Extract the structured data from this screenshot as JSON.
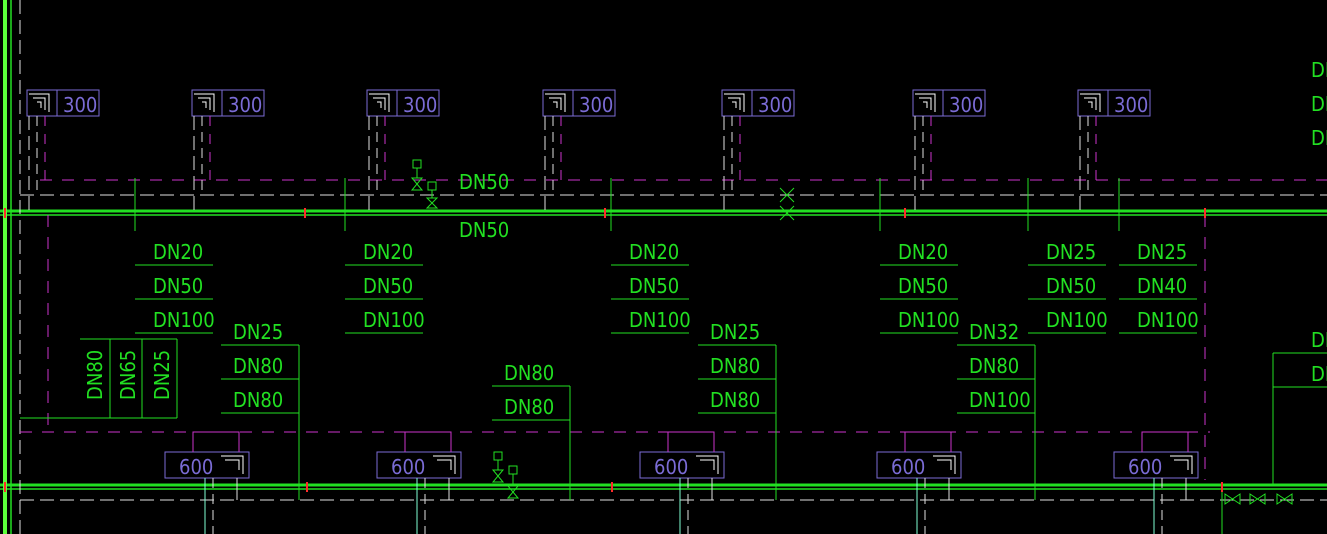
{
  "colors": {
    "background": "#000000",
    "pipe": "#22e022",
    "pipe_bright": "#5cff3a",
    "dash": "#e0e0e0",
    "magenta": "#cc33cc",
    "purple": "#7b6cd6",
    "red": "#ff2a2a",
    "cyan": "#7fffd4"
  },
  "top_units": [
    "300",
    "300",
    "300",
    "300",
    "300",
    "300",
    "300"
  ],
  "bottom_units": [
    "600",
    "600",
    "600",
    "600",
    "600"
  ],
  "main_pipe_label_top": "DN50",
  "main_pipe_label_bottom": "DN50",
  "tag_groups_top": [
    [
      "DN20",
      "DN50",
      "DN100"
    ],
    [
      "DN20",
      "DN50",
      "DN100"
    ],
    [
      "DN20",
      "DN50",
      "DN100"
    ],
    [
      "DN20",
      "DN50",
      "DN100"
    ],
    [
      "DN25",
      "DN50",
      "DN100"
    ],
    [
      "DN25",
      "DN40",
      "DN100"
    ]
  ],
  "tag_groups_bottom": [
    [
      "DN25",
      "DN80",
      "DN80"
    ],
    [
      "DN80",
      "DN80"
    ],
    [
      "DN25",
      "DN80",
      "DN80"
    ],
    [
      "DN32",
      "DN80",
      "DN100"
    ]
  ],
  "vertical_tags": [
    "DN80",
    "DN65",
    "DN25"
  ],
  "edge_tags_right_top": [
    "DN",
    "DN",
    "DN"
  ],
  "edge_tags_right_bottom": [
    "DN",
    "DN"
  ]
}
